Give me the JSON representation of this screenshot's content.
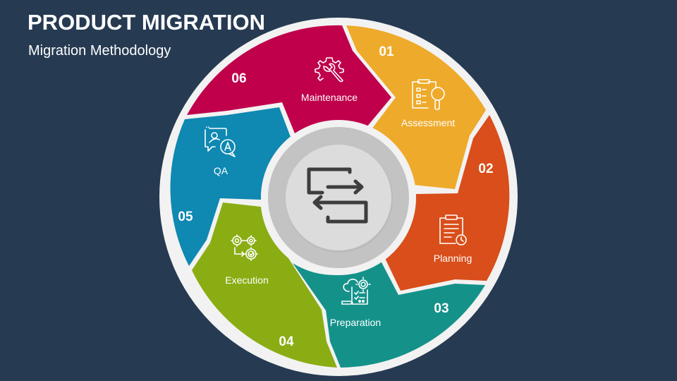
{
  "header": {
    "title": "PRODUCT MIGRATION",
    "subtitle": "Migration Methodology"
  },
  "colors": {
    "background": "#263a52",
    "ring": "#f2f2f2",
    "hub_ring": "#c3c3c3",
    "hub_center": "#dcdcdc",
    "hub_icon": "#3d3d3d"
  },
  "center": {
    "icon": "migration-swap-arrows-icon"
  },
  "steps": [
    {
      "number": "01",
      "label": "Assessment",
      "icon": "checklist-magnifier-icon",
      "color": "#eeaa2a"
    },
    {
      "number": "02",
      "label": "Planning",
      "icon": "clipboard-clock-icon",
      "color": "#d94e1a"
    },
    {
      "number": "03",
      "label": "Preparation",
      "icon": "cloud-gear-document-icon",
      "color": "#14928a"
    },
    {
      "number": "04",
      "label": "Execution",
      "icon": "gears-flow-check-icon",
      "color": "#8aad14"
    },
    {
      "number": "05",
      "label": "QA",
      "icon": "qa-chat-bubbles-icon",
      "color": "#0f88b2"
    },
    {
      "number": "06",
      "label": "Maintenance",
      "icon": "gear-wrench-icon",
      "color": "#c0004b"
    }
  ]
}
